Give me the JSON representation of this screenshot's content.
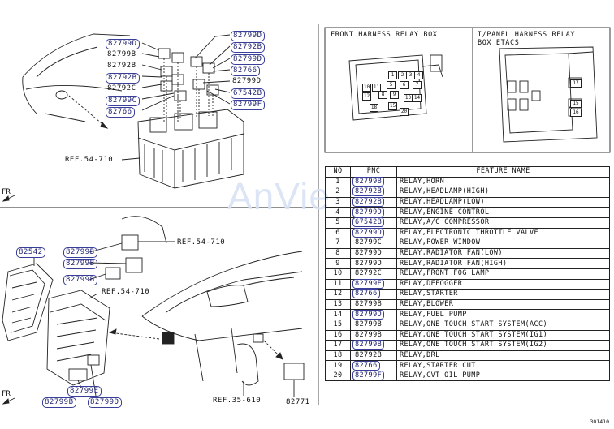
{
  "watermark": "AnVie",
  "top_diagram": {
    "left_labels": [
      "82799D",
      "82799B",
      "82792B",
      "82792B",
      "82792C",
      "82799C",
      "82766"
    ],
    "left_boxed": [
      true,
      false,
      false,
      true,
      false,
      true,
      true
    ],
    "right_labels": [
      "82799D",
      "82792B",
      "82799D",
      "82766",
      "82799D",
      "67542B",
      "82799F"
    ],
    "right_boxed": [
      true,
      true,
      true,
      true,
      false,
      true,
      true
    ],
    "ref_label": "REF.54-710",
    "fr_label": "FR"
  },
  "bottom_diagram": {
    "label_82542": "82542",
    "relay_labels": [
      "82799B",
      "82799B",
      "82799B"
    ],
    "ref_top": "REF.54-710",
    "ref_mid": "REF.54-710",
    "ref_bottom": "REF.35-610",
    "lower_labels": [
      "82799E",
      "82799B",
      "82799D"
    ],
    "label_82771": "82771",
    "fr_label": "FR"
  },
  "relay_boxes": {
    "front_title": "FRONT HARNESS RELAY BOX",
    "ipanel_title_line1": "I/PANEL HARNESS RELAY",
    "ipanel_title_line2": "BOX ETACS",
    "front_numbers": [
      "1",
      "2",
      "3",
      "4",
      "5",
      "6",
      "7",
      "8",
      "9",
      "10",
      "11",
      "12",
      "13",
      "14",
      "15",
      "18",
      "20"
    ],
    "ipanel_numbers": [
      "17",
      "15",
      "16"
    ]
  },
  "table": {
    "headers": {
      "no": "NO",
      "pnc": "PNC",
      "feature": "FEATURE NAME"
    },
    "rows": [
      {
        "no": "1",
        "pnc": "82799B",
        "name": "RELAY,HORN"
      },
      {
        "no": "2",
        "pnc": "82792B",
        "name": "RELAY,HEADLAMP(HIGH)"
      },
      {
        "no": "3",
        "pnc": "82792B",
        "name": "RELAY,HEADLAMP(LOW)"
      },
      {
        "no": "4",
        "pnc": "82799D",
        "name": "RELAY,ENGINE CONTROL"
      },
      {
        "no": "5",
        "pnc": "67542B",
        "name": "RELAY,A/C COMPRESSOR"
      },
      {
        "no": "6",
        "pnc": "82799D",
        "name": "RELAY,ELECTRONIC THROTTLE VALVE"
      },
      {
        "no": "7",
        "pnc": "82799C",
        "name": "RELAY,POWER WINDOW"
      },
      {
        "no": "8",
        "pnc": "82799D",
        "name": "RELAY,RADIATOR FAN(LOW)"
      },
      {
        "no": "9",
        "pnc": "82799D",
        "name": "RELAY,RADIATOR FAN(HIGH)"
      },
      {
        "no": "10",
        "pnc": "82792C",
        "name": "RELAY,FRONT FOG LAMP"
      },
      {
        "no": "11",
        "pnc": "82799E",
        "name": "RELAY,DEFOGGER"
      },
      {
        "no": "12",
        "pnc": "82766",
        "name": "RELAY,STARTER"
      },
      {
        "no": "13",
        "pnc": "82799B",
        "name": "RELAY,BLOWER"
      },
      {
        "no": "14",
        "pnc": "82799D",
        "name": "RELAY,FUEL PUMP"
      },
      {
        "no": "15",
        "pnc": "82799B",
        "name": "RELAY,ONE TOUCH START SYSTEM(ACC)"
      },
      {
        "no": "16",
        "pnc": "82799B",
        "name": "RELAY,ONE TOUCH START SYSTEM(IG1)"
      },
      {
        "no": "17",
        "pnc": "82799B",
        "name": "RELAY,ONE TOUCH START SYSTEM(IG2)"
      },
      {
        "no": "18",
        "pnc": "82792B",
        "name": "RELAY,DRL"
      },
      {
        "no": "19",
        "pnc": "82766",
        "name": "RELAY,STARTER CUT"
      },
      {
        "no": "20",
        "pnc": "82799F",
        "name": "RELAY,CVT OIL PUMP"
      }
    ],
    "boxed": [
      true,
      true,
      true,
      true,
      true,
      true,
      false,
      false,
      false,
      false,
      true,
      true,
      false,
      true,
      false,
      false,
      true,
      false,
      true,
      true
    ]
  },
  "page_code": "301410"
}
